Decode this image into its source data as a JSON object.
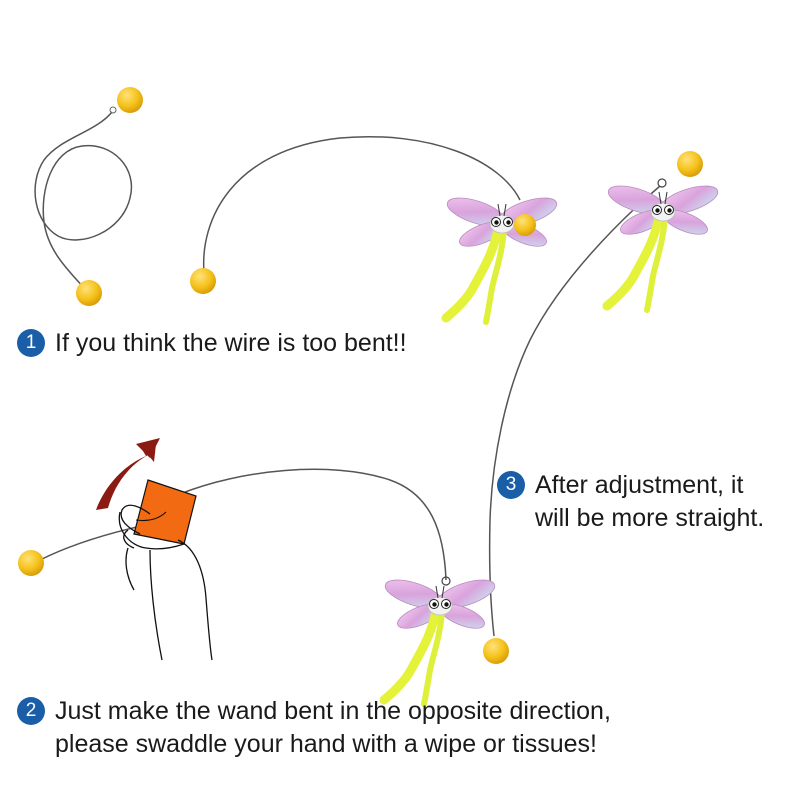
{
  "colors": {
    "badge": "#1a5ea8",
    "ball": "#f5c21b",
    "wing": "#e7b6e6",
    "tail": "#e4f23a",
    "wire": "#555555",
    "cloth": "#f26b12",
    "arrow": "#8b1a12"
  },
  "steps": [
    {
      "number": "1",
      "lines": [
        "If you think the wire is too bent!!"
      ]
    },
    {
      "number": "2",
      "lines": [
        "Just make the wand bent in the opposite direction,",
        "please swaddle your hand with a wipe or tissues!"
      ]
    },
    {
      "number": "3",
      "lines": [
        "After adjustment, it",
        "will be more straight."
      ]
    }
  ]
}
